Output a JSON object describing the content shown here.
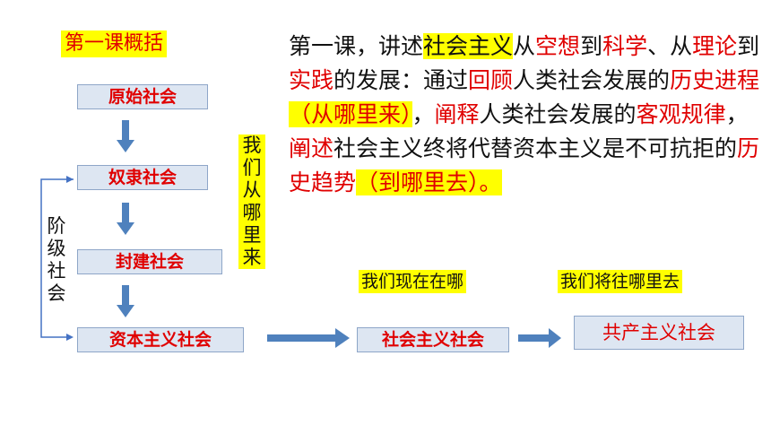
{
  "title": "第一课概括",
  "stages": [
    "原始社会",
    "奴隶社会",
    "封建社会",
    "资本主义社会"
  ],
  "vertical_label": [
    "我",
    "们",
    "从",
    "哪",
    "里",
    "来"
  ],
  "class_label": [
    "阶",
    "级",
    "社",
    "会"
  ],
  "paragraph": [
    {
      "t": "第一课，讲述",
      "s": "n"
    },
    {
      "t": "社会主义",
      "s": "hl"
    },
    {
      "t": "从",
      "s": "n"
    },
    {
      "t": "空想",
      "s": "r"
    },
    {
      "t": "到",
      "s": "n"
    },
    {
      "t": "科学",
      "s": "r"
    },
    {
      "t": "、从",
      "s": "n"
    },
    {
      "t": "理论",
      "s": "r"
    },
    {
      "t": "到",
      "s": "n"
    },
    {
      "t": "实践",
      "s": "r"
    },
    {
      "t": "的发展：通过",
      "s": "n"
    },
    {
      "t": "回顾",
      "s": "r"
    },
    {
      "t": "人类社会发展的",
      "s": "n"
    },
    {
      "t": "历史进程",
      "s": "r"
    },
    {
      "t": "（从哪里来）",
      "s": "hlr"
    },
    {
      "t": "，",
      "s": "n"
    },
    {
      "t": "阐释",
      "s": "r"
    },
    {
      "t": "人类社会发展的",
      "s": "n"
    },
    {
      "t": "客观规律",
      "s": "r"
    },
    {
      "t": "，",
      "s": "n"
    },
    {
      "t": "阐述",
      "s": "r"
    },
    {
      "t": "社会主义终将代替资本主义是不可抗拒的",
      "s": "n"
    },
    {
      "t": "历史趋势",
      "s": "r"
    },
    {
      "t": "（到哪里去）。",
      "s": "hlr"
    }
  ],
  "now_label": "我们现在在哪",
  "future_label": "我们将往哪里去",
  "current": "社会主义社会",
  "future": "共产主义社会",
  "colors": {
    "accent_red": "#e00000",
    "highlight": "#ffff00",
    "box_fill": "#dde6f2",
    "arrow": "#4472c4"
  }
}
